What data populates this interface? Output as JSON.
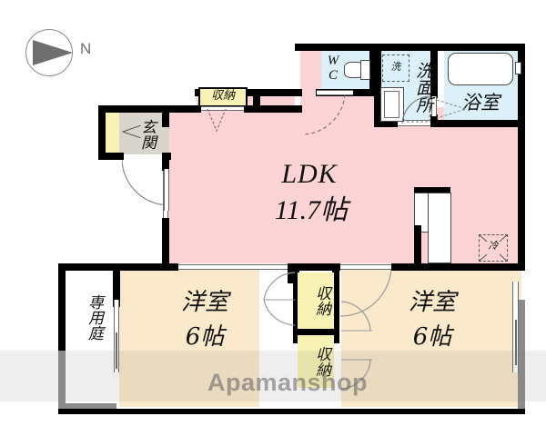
{
  "plan": {
    "type": "floor-plan",
    "watermark": "Apamanshop",
    "compass": {
      "label": "N",
      "direction": "north-arrow"
    },
    "rooms": [
      {
        "id": "ldk",
        "name": "LDK",
        "size": "11.7帖",
        "fill": "#fcd4d6"
      },
      {
        "id": "washitsu-left",
        "name": "洋室",
        "size": "6帖",
        "fill": "#fae9cb"
      },
      {
        "id": "washitsu-right",
        "name": "洋室",
        "size": "6帖",
        "fill": "#fae9cb"
      },
      {
        "id": "genkan",
        "name": "玄関",
        "size": "",
        "fill": "#d9d5cc"
      },
      {
        "id": "wc",
        "name": "W\nC",
        "size": "",
        "fill": "#dcf0f9"
      },
      {
        "id": "senmenjo",
        "name": "洗面所",
        "size": "",
        "fill": "#dcf0f9"
      },
      {
        "id": "yokushitsu",
        "name": "浴室",
        "size": "",
        "fill": "#dcf0f9"
      },
      {
        "id": "senyou-niwa",
        "name": "専用庭",
        "size": "",
        "fill": "#ffffff"
      }
    ],
    "closets": [
      {
        "id": "closet-top",
        "label": "収納"
      },
      {
        "id": "closet-mid-up",
        "label": "収納"
      },
      {
        "id": "closet-mid-lo",
        "label": "収納"
      }
    ],
    "fixtures": [
      {
        "id": "washer",
        "label": "洗"
      },
      {
        "id": "fridge",
        "label": "冷"
      },
      {
        "id": "toilet",
        "label": ""
      },
      {
        "id": "bathtub",
        "label": ""
      },
      {
        "id": "vanity",
        "label": ""
      },
      {
        "id": "kitchen-counter",
        "label": ""
      },
      {
        "id": "shoe-closet",
        "label": ""
      }
    ],
    "labels": {
      "ldk_name": "LDK",
      "ldk_size": "11.7帖",
      "room_left_name": "洋室",
      "room_left_size": "6帖",
      "room_right_name": "洋室",
      "room_right_size": "6帖",
      "genkan": "玄関",
      "wc_w": "W",
      "wc_c": "C",
      "senmenjo": "洗面所",
      "yokushitsu": "浴室",
      "senyou_niwa": "専用庭",
      "closet_top": "収納",
      "closet_mid_upper": "収納",
      "closet_mid_lower": "収納",
      "washer": "洗",
      "fridge": "冷",
      "compass_n": "N",
      "watermark": "Apamanshop"
    },
    "colors": {
      "ldk": "#fcd4d6",
      "bedroom": "#fae9cb",
      "water": "#dcf0f9",
      "closet": "#f8f2b4",
      "genkan": "#d9d5cc",
      "wall": "#000000",
      "garden": "#ffffff"
    }
  }
}
